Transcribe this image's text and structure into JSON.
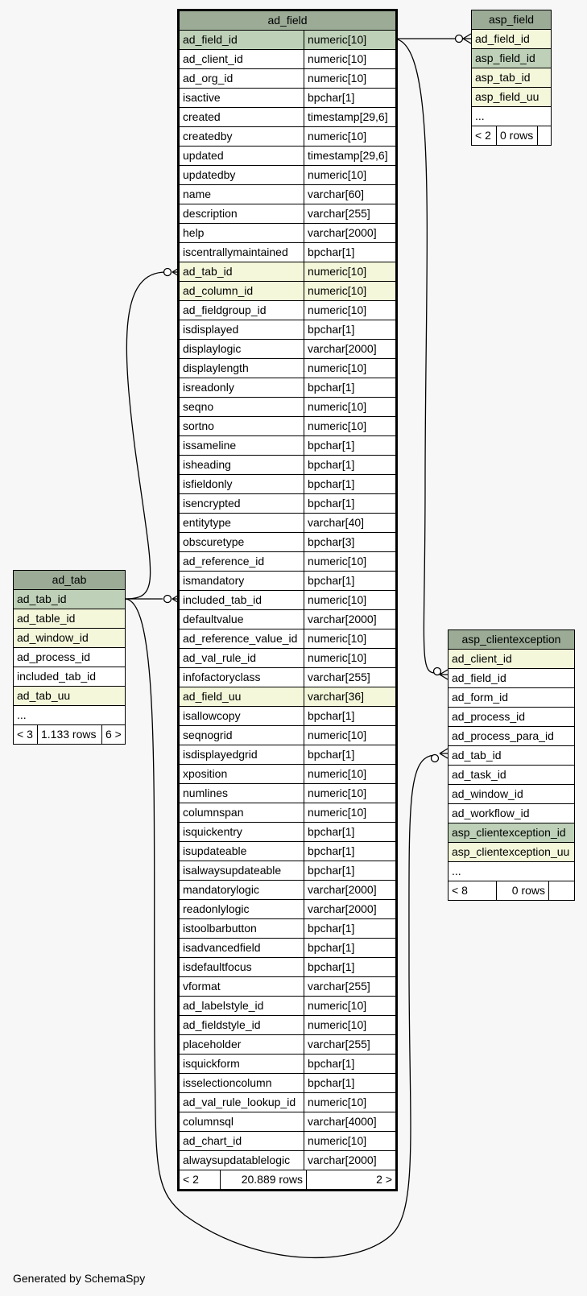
{
  "footer_text": "Generated by SchemaSpy",
  "tables": {
    "ad_field": {
      "name": "ad_field",
      "columns": [
        {
          "name": "ad_field_id",
          "type": "numeric[10]",
          "key": "pk"
        },
        {
          "name": "ad_client_id",
          "type": "numeric[10]",
          "key": ""
        },
        {
          "name": "ad_org_id",
          "type": "numeric[10]",
          "key": ""
        },
        {
          "name": "isactive",
          "type": "bpchar[1]",
          "key": ""
        },
        {
          "name": "created",
          "type": "timestamp[29,6]",
          "key": ""
        },
        {
          "name": "createdby",
          "type": "numeric[10]",
          "key": ""
        },
        {
          "name": "updated",
          "type": "timestamp[29,6]",
          "key": ""
        },
        {
          "name": "updatedby",
          "type": "numeric[10]",
          "key": ""
        },
        {
          "name": "name",
          "type": "varchar[60]",
          "key": ""
        },
        {
          "name": "description",
          "type": "varchar[255]",
          "key": ""
        },
        {
          "name": "help",
          "type": "varchar[2000]",
          "key": ""
        },
        {
          "name": "iscentrallymaintained",
          "type": "bpchar[1]",
          "key": ""
        },
        {
          "name": "ad_tab_id",
          "type": "numeric[10]",
          "key": "fk"
        },
        {
          "name": "ad_column_id",
          "type": "numeric[10]",
          "key": "fk"
        },
        {
          "name": "ad_fieldgroup_id",
          "type": "numeric[10]",
          "key": ""
        },
        {
          "name": "isdisplayed",
          "type": "bpchar[1]",
          "key": ""
        },
        {
          "name": "displaylogic",
          "type": "varchar[2000]",
          "key": ""
        },
        {
          "name": "displaylength",
          "type": "numeric[10]",
          "key": ""
        },
        {
          "name": "isreadonly",
          "type": "bpchar[1]",
          "key": ""
        },
        {
          "name": "seqno",
          "type": "numeric[10]",
          "key": ""
        },
        {
          "name": "sortno",
          "type": "numeric[10]",
          "key": ""
        },
        {
          "name": "issameline",
          "type": "bpchar[1]",
          "key": ""
        },
        {
          "name": "isheading",
          "type": "bpchar[1]",
          "key": ""
        },
        {
          "name": "isfieldonly",
          "type": "bpchar[1]",
          "key": ""
        },
        {
          "name": "isencrypted",
          "type": "bpchar[1]",
          "key": ""
        },
        {
          "name": "entitytype",
          "type": "varchar[40]",
          "key": ""
        },
        {
          "name": "obscuretype",
          "type": "bpchar[3]",
          "key": ""
        },
        {
          "name": "ad_reference_id",
          "type": "numeric[10]",
          "key": ""
        },
        {
          "name": "ismandatory",
          "type": "bpchar[1]",
          "key": ""
        },
        {
          "name": "included_tab_id",
          "type": "numeric[10]",
          "key": ""
        },
        {
          "name": "defaultvalue",
          "type": "varchar[2000]",
          "key": ""
        },
        {
          "name": "ad_reference_value_id",
          "type": "numeric[10]",
          "key": ""
        },
        {
          "name": "ad_val_rule_id",
          "type": "numeric[10]",
          "key": ""
        },
        {
          "name": "infofactoryclass",
          "type": "varchar[255]",
          "key": ""
        },
        {
          "name": "ad_field_uu",
          "type": "varchar[36]",
          "key": "fk"
        },
        {
          "name": "isallowcopy",
          "type": "bpchar[1]",
          "key": ""
        },
        {
          "name": "seqnogrid",
          "type": "numeric[10]",
          "key": ""
        },
        {
          "name": "isdisplayedgrid",
          "type": "bpchar[1]",
          "key": ""
        },
        {
          "name": "xposition",
          "type": "numeric[10]",
          "key": ""
        },
        {
          "name": "numlines",
          "type": "numeric[10]",
          "key": ""
        },
        {
          "name": "columnspan",
          "type": "numeric[10]",
          "key": ""
        },
        {
          "name": "isquickentry",
          "type": "bpchar[1]",
          "key": ""
        },
        {
          "name": "isupdateable",
          "type": "bpchar[1]",
          "key": ""
        },
        {
          "name": "isalwaysupdateable",
          "type": "bpchar[1]",
          "key": ""
        },
        {
          "name": "mandatorylogic",
          "type": "varchar[2000]",
          "key": ""
        },
        {
          "name": "readonlylogic",
          "type": "varchar[2000]",
          "key": ""
        },
        {
          "name": "istoolbarbutton",
          "type": "bpchar[1]",
          "key": ""
        },
        {
          "name": "isadvancedfield",
          "type": "bpchar[1]",
          "key": ""
        },
        {
          "name": "isdefaultfocus",
          "type": "bpchar[1]",
          "key": ""
        },
        {
          "name": "vformat",
          "type": "varchar[255]",
          "key": ""
        },
        {
          "name": "ad_labelstyle_id",
          "type": "numeric[10]",
          "key": ""
        },
        {
          "name": "ad_fieldstyle_id",
          "type": "numeric[10]",
          "key": ""
        },
        {
          "name": "placeholder",
          "type": "varchar[255]",
          "key": ""
        },
        {
          "name": "isquickform",
          "type": "bpchar[1]",
          "key": ""
        },
        {
          "name": "isselectioncolumn",
          "type": "bpchar[1]",
          "key": ""
        },
        {
          "name": "ad_val_rule_lookup_id",
          "type": "numeric[10]",
          "key": ""
        },
        {
          "name": "columnsql",
          "type": "varchar[4000]",
          "key": ""
        },
        {
          "name": "ad_chart_id",
          "type": "numeric[10]",
          "key": ""
        },
        {
          "name": "alwaysupdatablelogic",
          "type": "varchar[2000]",
          "key": ""
        }
      ],
      "footer": {
        "parents": "< 2",
        "rows": "20.889 rows",
        "children": "2 >"
      }
    },
    "asp_field": {
      "name": "asp_field",
      "columns": [
        {
          "name": "ad_field_id",
          "key": "fk"
        },
        {
          "name": "asp_field_id",
          "key": "pk"
        },
        {
          "name": "asp_tab_id",
          "key": "fk"
        },
        {
          "name": "asp_field_uu",
          "key": "fk"
        },
        {
          "name": "...",
          "key": ""
        }
      ],
      "footer": {
        "parents": "< 2",
        "rows": "0 rows",
        "children": ""
      }
    },
    "ad_tab": {
      "name": "ad_tab",
      "columns": [
        {
          "name": "ad_tab_id",
          "key": "pk"
        },
        {
          "name": "ad_table_id",
          "key": "fk"
        },
        {
          "name": "ad_window_id",
          "key": "fk"
        },
        {
          "name": "ad_process_id",
          "key": ""
        },
        {
          "name": "included_tab_id",
          "key": ""
        },
        {
          "name": "ad_tab_uu",
          "key": "fk"
        },
        {
          "name": "...",
          "key": ""
        }
      ],
      "footer": {
        "parents": "< 3",
        "rows": "1.133 rows",
        "children": "6 >"
      }
    },
    "asp_clientexception": {
      "name": "asp_clientexception",
      "columns": [
        {
          "name": "ad_client_id",
          "key": "fk"
        },
        {
          "name": "ad_field_id",
          "key": ""
        },
        {
          "name": "ad_form_id",
          "key": ""
        },
        {
          "name": "ad_process_id",
          "key": ""
        },
        {
          "name": "ad_process_para_id",
          "key": ""
        },
        {
          "name": "ad_tab_id",
          "key": ""
        },
        {
          "name": "ad_task_id",
          "key": ""
        },
        {
          "name": "ad_window_id",
          "key": ""
        },
        {
          "name": "ad_workflow_id",
          "key": ""
        },
        {
          "name": "asp_clientexception_id",
          "key": "pk"
        },
        {
          "name": "asp_clientexception_uu",
          "key": "fk"
        },
        {
          "name": "...",
          "key": ""
        }
      ],
      "footer": {
        "parents": "< 8",
        "rows": "0 rows",
        "children": ""
      }
    }
  }
}
